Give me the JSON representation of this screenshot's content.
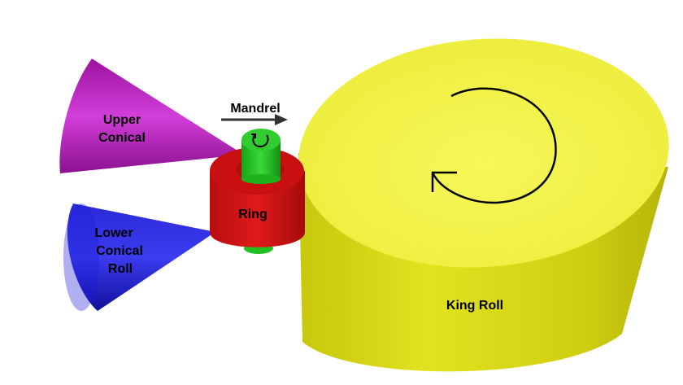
{
  "diagram": {
    "labels": {
      "upper_conical_line1": "Upper",
      "upper_conical_line2": "Conical",
      "lower_conical_line1": "Lower",
      "lower_conical_line2": "Conical",
      "lower_conical_line3": "Roll",
      "mandrel": "Mandrel",
      "ring": "Ring",
      "king_roll": "King Roll"
    },
    "colors": {
      "upper_conical": "#b01ab8",
      "lower_conical": "#1a1acc",
      "mandrel": "#22c022",
      "ring": "#cc1111",
      "king_roll_top": "#f4f44a",
      "king_roll_side": "#d4d410",
      "arrows": "#000000"
    }
  }
}
